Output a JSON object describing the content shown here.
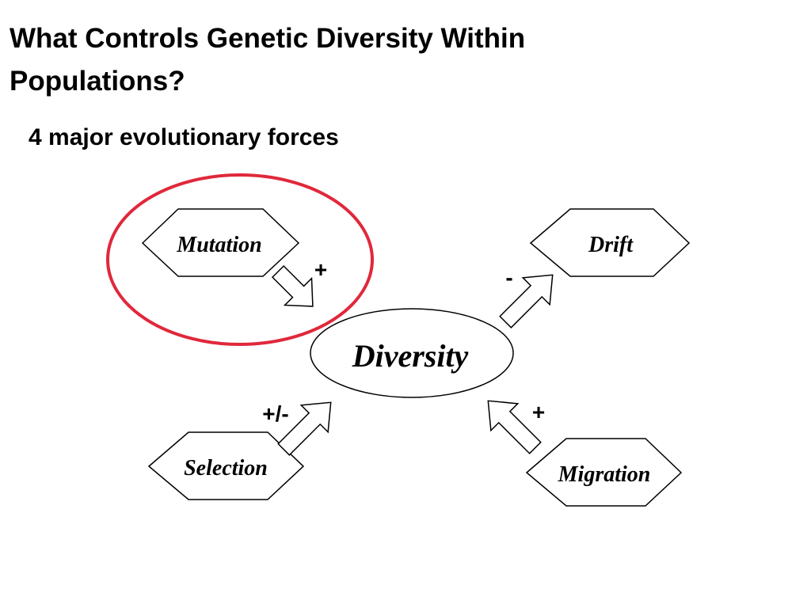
{
  "slide": {
    "title_line1": "What Controls Genetic Diversity Within",
    "title_line2": "Populations?",
    "subtitle": "4 major evolutionary forces"
  },
  "diagram": {
    "center": "Diversity",
    "nodes": {
      "mutation": {
        "label": "Mutation",
        "effect": "+",
        "highlighted": true
      },
      "drift": {
        "label": "Drift",
        "effect": "-"
      },
      "selection": {
        "label": "Selection",
        "effect": "+/-"
      },
      "migration": {
        "label": "Migration",
        "effect": "+"
      }
    },
    "colors": {
      "highlight": "#e0283a",
      "stroke": "#000000",
      "text": "#000000"
    }
  }
}
